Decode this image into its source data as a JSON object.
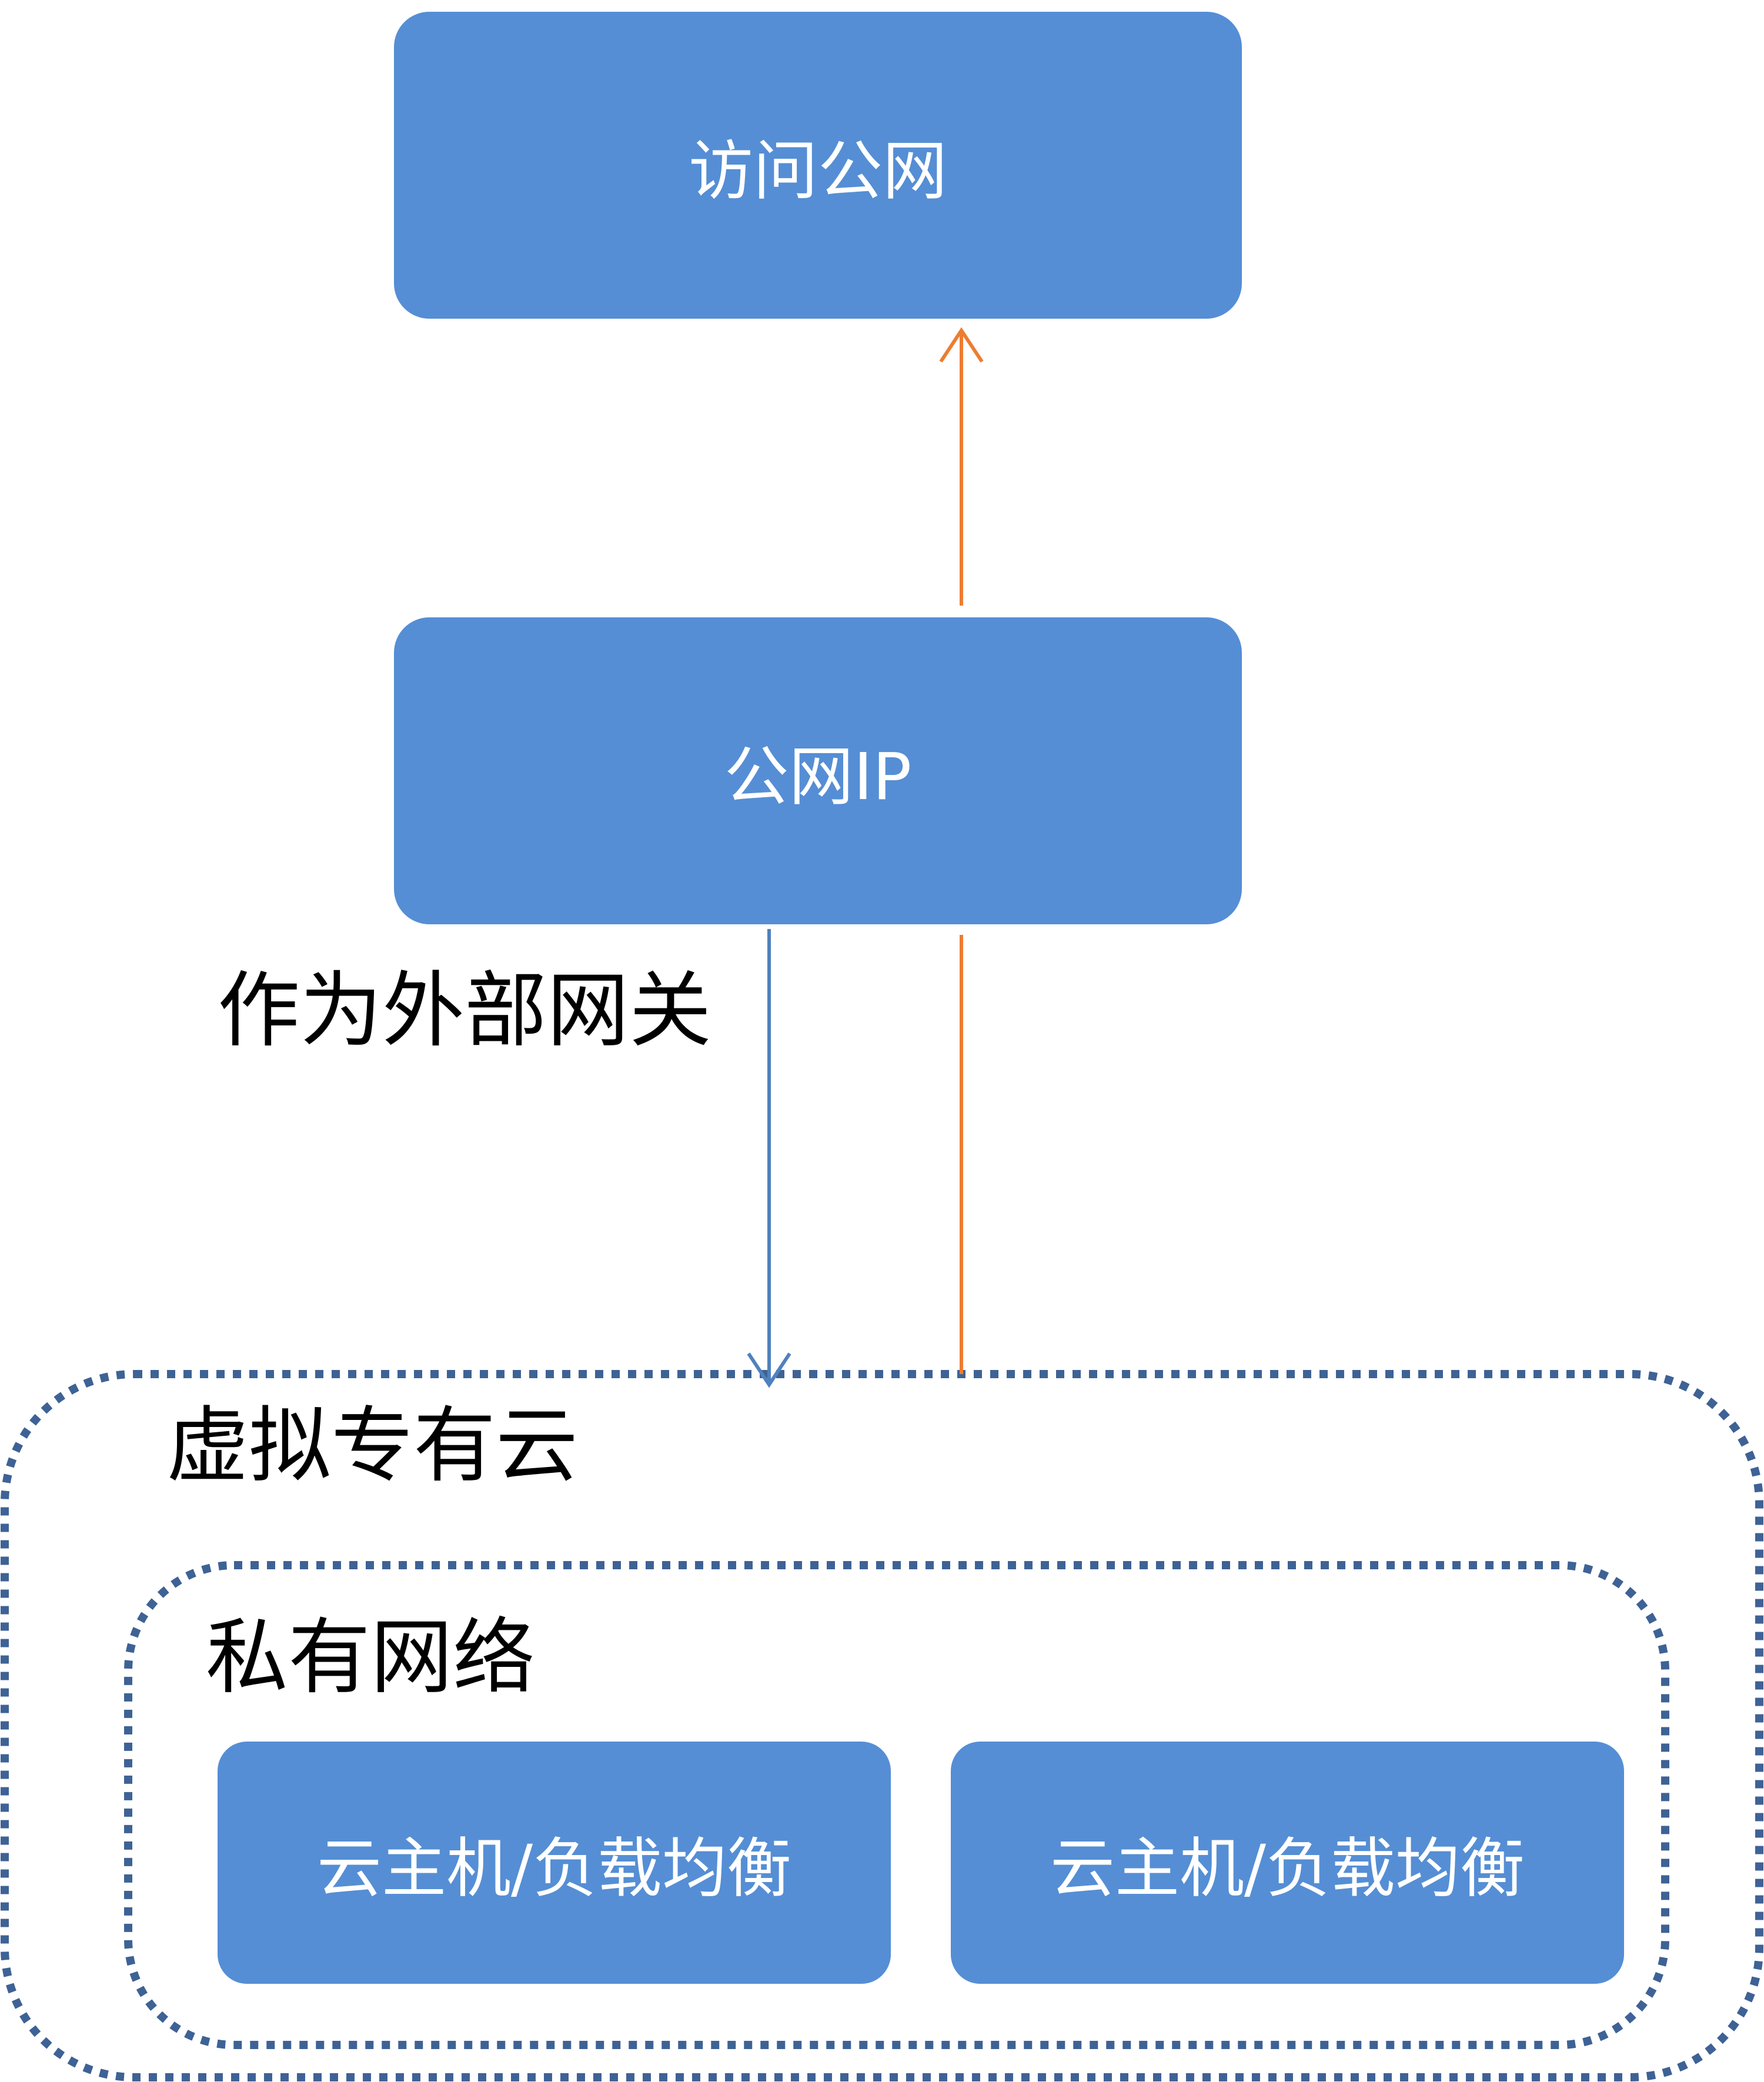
{
  "nodes": {
    "public_internet": "访问公网",
    "public_ip": "公网IP",
    "vm_lb_1": "云主机/负载均衡",
    "vm_lb_2": "云主机/负载均衡"
  },
  "labels": {
    "external_gateway": "作为外部网关",
    "vpc": "虚拟专有云",
    "private_network": "私有网络"
  },
  "colors": {
    "node_fill": "#558ed5",
    "node_text": "#ffffff",
    "outbound_arrow": "#ed7d31",
    "inbound_arrow": "#4f81bd",
    "boundary_stroke": "#3e6295"
  }
}
